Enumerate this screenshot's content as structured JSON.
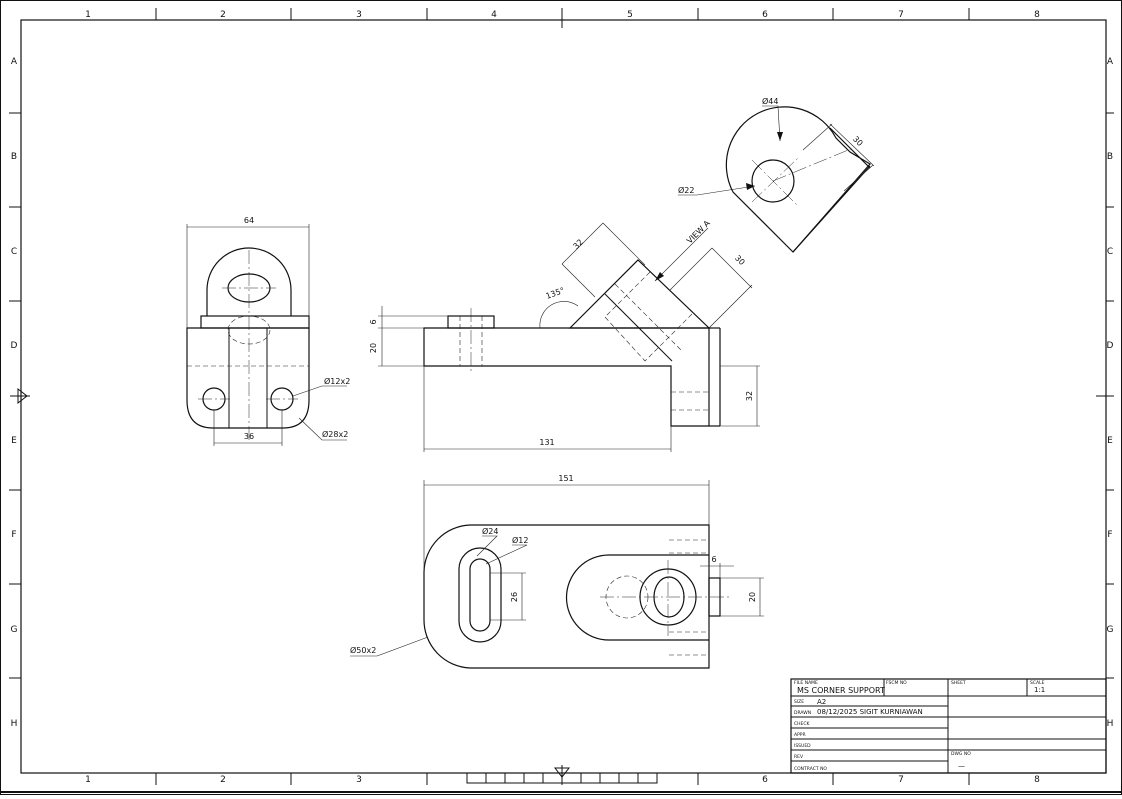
{
  "sheet": {
    "zone_columns": [
      "1",
      "2",
      "3",
      "4",
      "5",
      "6",
      "7",
      "8"
    ],
    "zone_rows": [
      "A",
      "B",
      "C",
      "D",
      "E",
      "F",
      "G",
      "H"
    ]
  },
  "dimensions": {
    "left_width": "64",
    "hole_small": "Ø12x2",
    "hole_large": "Ø28x2",
    "hole_spacing": "36",
    "top_plate_thk": "6",
    "base_height": "20",
    "base_length": "131",
    "leg_height": "32",
    "angle": "135°",
    "boss_width": "32",
    "boss_depth": "30",
    "view_label": "VIEW A",
    "view_dia_outer": "Ø44",
    "view_dia_inner": "Ø22",
    "view_width": "30",
    "overall_length": "151",
    "slot_outer": "Ø24",
    "slot_inner": "Ø12",
    "slot_length": "26",
    "corner_radius": "Ø50x2",
    "tab_width": "6",
    "tab_height": "20"
  },
  "title_block": {
    "file_name_label": "FILE NAME",
    "fscm_label": "FSCM NO",
    "sheet_label": "SHEET",
    "scale_label": "SCALE",
    "file_name": "MS CORNER SUPPORT",
    "scale_value": "1:1",
    "size_label": "SIZE",
    "size_value": "A2",
    "drawn_label": "DRAWN",
    "drawn_value": "08/12/2025  SIGIT KURNIAWAN",
    "check_label": "CHECK",
    "appr_label": "APPR",
    "issued_label": "ISSUED",
    "rev_label": "REV",
    "contract_label": "CONTRACT NO",
    "dwg_label": "DWG NO",
    "dwg_value": "—"
  }
}
